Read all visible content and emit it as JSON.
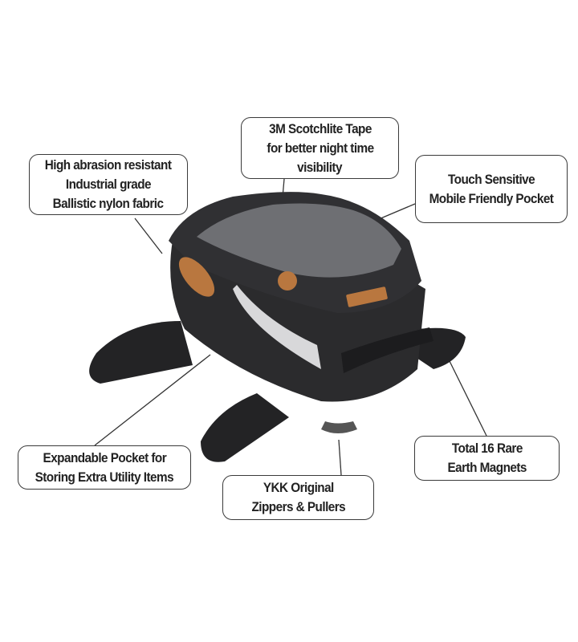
{
  "callouts": {
    "fabric": {
      "lines": [
        "High abrasion resistant",
        "Industrial grade",
        "Ballistic nylon fabric"
      ]
    },
    "tape": {
      "lines": [
        "3M Scotchlite Tape",
        "for better night time",
        "visibility"
      ]
    },
    "pocket": {
      "lines": [
        "Touch Sensitive",
        "Mobile Friendly Pocket"
      ]
    },
    "expandable": {
      "lines": [
        "Expandable Pocket for",
        "Storing Extra Utility Items"
      ]
    },
    "zippers": {
      "lines": [
        "YKK Original",
        "Zippers & Pullers"
      ]
    },
    "magnets": {
      "lines": [
        "Total 16 Rare",
        "Earth Magnets"
      ]
    }
  },
  "colors": {
    "bag": "#2b2b2d",
    "window": "#6e6f73",
    "patch": "#b9773f",
    "line": "#333333"
  }
}
